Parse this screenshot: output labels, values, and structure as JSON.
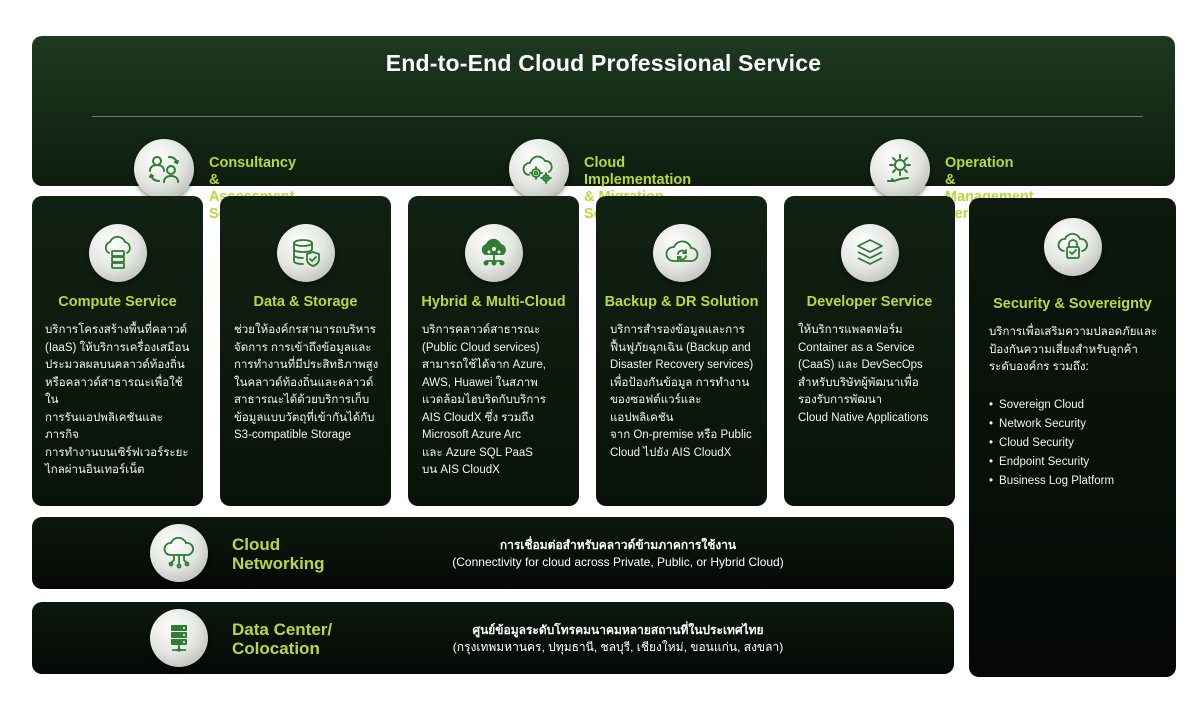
{
  "header": {
    "title": "End-to-End Cloud Professional Service"
  },
  "services": [
    {
      "label": "Consultancy\n& Assessment Service",
      "icon": "people-exchange-icon"
    },
    {
      "label": "Cloud Implementation\n& Migration Service",
      "icon": "cloud-gears-icon"
    },
    {
      "label": "Operation\n& Management Service",
      "icon": "gear-hand-icon"
    }
  ],
  "cards": [
    {
      "title": "Compute Service",
      "icon": "cloud-server-icon",
      "body": "บริการโครงสร้างพื้นที่คลาวด์\n(IaaS) ให้บริการเครื่องเสมือน\nประมวลผลบนคลาวด์ท้องถิ่น\nหรือคลาวด์สาธารณะเพื่อใช้ใน\nการรันแอปพลิเคชันและภารกิจ\nการทำงานบนเซิร์ฟเวอร์ระยะ\nไกลผ่านอินเทอร์เน็ต"
    },
    {
      "title": "Data & Storage",
      "icon": "database-shield-icon",
      "body": "ช่วยให้องค์กรสามารถบริหาร\nจัดการ การเข้าถึงข้อมูลและ\nการทำงานที่มีประสิทธิภาพสูง\nในคลาวด์ท้องถิ่นและคลาวด์\nสาธารณะได้ด้วยบริการเก็บ\nข้อมูลแบบวัตถุที่เข้ากันได้กับ\nS3-compatible Storage"
    },
    {
      "title": "Hybrid & Multi-Cloud",
      "icon": "cloud-network-icon",
      "body": "บริการคลาวด์สาธารณะ\n(Public Cloud services)\nสามารถใช้ได้จาก Azure,\nAWS, Huawei ในสภาพ\nแวดล้อมไฮบริดกับบริการ\nAIS CloudX ซึ่ง รวมถึง\nMicrosoft Azure Arc\nและ Azure SQL PaaS\nบน AIS CloudX"
    },
    {
      "title": "Backup & DR Solution",
      "icon": "cloud-sync-icon",
      "body": "บริการสำรองข้อมูลและการ\nฟื้นฟูภัยฉุกเฉิน (Backup and\nDisaster Recovery services)\nเพื่อป้องกันข้อมูล การทำงาน\nของซอฟต์แวร์และแอปพลิเคชัน\nจาก On-premise หรือ Public\nCloud ไปยัง AIS CloudX"
    },
    {
      "title": "Developer Service",
      "icon": "layers-icon",
      "body": "ให้บริการแพลตฟอร์ม\nContainer as a Service\n(CaaS) และ DevSecOps\nสำหรับบริษัทผู้พัฒนาเพื่อ\nรองรับการพัฒนา\nCloud Native Applications"
    }
  ],
  "security": {
    "title": "Security & Sovereignty",
    "icon": "cloud-lock-icon",
    "body": "บริการเพื่อเสริมความปลอดภัยและ\nป้องกันความเสี่ยงสำหรับลูกค้า\nระดับองค์กร รวมถึง:",
    "items": [
      "Sovereign Cloud",
      "Network Security",
      "Cloud Security",
      "Endpoint Security",
      "Business Log Platform"
    ]
  },
  "networking": {
    "title": "Cloud\nNetworking",
    "icon": "cloud-circuit-icon",
    "line1": "การเชื่อมต่อสำหรับคลาวด์ข้ามภาคการใช้งาน",
    "line2": "(Connectivity for cloud across Private, Public, or Hybrid Cloud)"
  },
  "datacenter": {
    "title": "Data Center/\nColocation",
    "icon": "server-rack-icon",
    "line1": "ศูนย์ข้อมูลระดับโทรคมนาคมหลายสถานที่ในประเทศไทย",
    "line2": "(กรุงเทพมหานคร, ปทุมธานี, ชลบุรี, เชียงใหม่, ขอนแก่น, สงขลา)"
  },
  "colors": {
    "accent": "#b8d93a",
    "panel": "#142a16",
    "icon": "#2e7d32"
  }
}
